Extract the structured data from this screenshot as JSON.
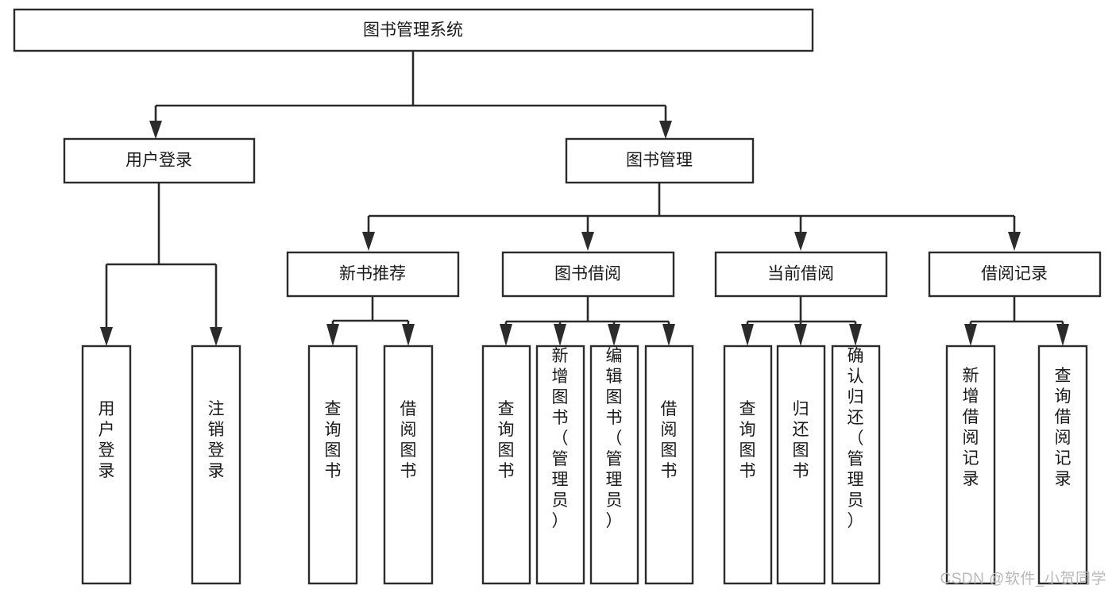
{
  "diagram": {
    "type": "tree",
    "title": "图书管理系统",
    "watermark": "CSDN @软件_小贺同学",
    "colors": {
      "background": "#ffffff",
      "stroke": "#2b2b2b",
      "text": "#1a1a1a",
      "watermark": "#b9b9b9"
    },
    "nodes": {
      "root": {
        "label": "图书管理系统",
        "level": 1,
        "orientation": "horizontal"
      },
      "user_login": {
        "label": "用户登录",
        "level": 2,
        "orientation": "horizontal"
      },
      "book_manage": {
        "label": "图书管理",
        "level": 2,
        "orientation": "horizontal"
      },
      "new_book_rec": {
        "label": "新书推荐",
        "level": 3,
        "orientation": "horizontal"
      },
      "book_borrow": {
        "label": "图书借阅",
        "level": 3,
        "orientation": "horizontal"
      },
      "current_borrow": {
        "label": "当前借阅",
        "level": 3,
        "orientation": "horizontal"
      },
      "borrow_record": {
        "label": "借阅记录",
        "level": 3,
        "orientation": "horizontal"
      },
      "leaf_user_login": {
        "label": "用户登录",
        "level": 4,
        "orientation": "vertical"
      },
      "leaf_logout": {
        "label": "注销登录",
        "level": 4,
        "orientation": "vertical"
      },
      "leaf_query_book_1": {
        "label": "查询图书",
        "level": 4,
        "orientation": "vertical"
      },
      "leaf_borrow_book_1": {
        "label": "借阅图书",
        "level": 4,
        "orientation": "vertical"
      },
      "leaf_query_book_2": {
        "label": "查询图书",
        "level": 4,
        "orientation": "vertical"
      },
      "leaf_add_book": {
        "label": "新增图书（管理员）",
        "level": 4,
        "orientation": "vertical"
      },
      "leaf_edit_book": {
        "label": "编辑图书（管理员）",
        "level": 4,
        "orientation": "vertical"
      },
      "leaf_borrow_book_2": {
        "label": "借阅图书",
        "level": 4,
        "orientation": "vertical"
      },
      "leaf_query_book_3": {
        "label": "查询图书",
        "level": 4,
        "orientation": "vertical"
      },
      "leaf_return_book": {
        "label": "归还图书",
        "level": 4,
        "orientation": "vertical"
      },
      "leaf_confirm_return": {
        "label": "确认归还（管理员）",
        "level": 4,
        "orientation": "vertical"
      },
      "leaf_add_record": {
        "label": "新增借阅记录",
        "level": 4,
        "orientation": "vertical"
      },
      "leaf_query_record": {
        "label": "查询借阅记录",
        "level": 4,
        "orientation": "vertical"
      }
    },
    "edges": [
      {
        "from": "root",
        "to": "user_login"
      },
      {
        "from": "root",
        "to": "book_manage"
      },
      {
        "from": "user_login",
        "to": "leaf_user_login"
      },
      {
        "from": "user_login",
        "to": "leaf_logout"
      },
      {
        "from": "book_manage",
        "to": "new_book_rec"
      },
      {
        "from": "book_manage",
        "to": "book_borrow"
      },
      {
        "from": "book_manage",
        "to": "current_borrow"
      },
      {
        "from": "book_manage",
        "to": "borrow_record"
      },
      {
        "from": "new_book_rec",
        "to": "leaf_query_book_1"
      },
      {
        "from": "new_book_rec",
        "to": "leaf_borrow_book_1"
      },
      {
        "from": "book_borrow",
        "to": "leaf_query_book_2"
      },
      {
        "from": "book_borrow",
        "to": "leaf_add_book"
      },
      {
        "from": "book_borrow",
        "to": "leaf_edit_book"
      },
      {
        "from": "book_borrow",
        "to": "leaf_borrow_book_2"
      },
      {
        "from": "current_borrow",
        "to": "leaf_query_book_3"
      },
      {
        "from": "current_borrow",
        "to": "leaf_return_book"
      },
      {
        "from": "current_borrow",
        "to": "leaf_confirm_return"
      },
      {
        "from": "borrow_record",
        "to": "leaf_add_record"
      },
      {
        "from": "borrow_record",
        "to": "leaf_query_record"
      }
    ]
  }
}
